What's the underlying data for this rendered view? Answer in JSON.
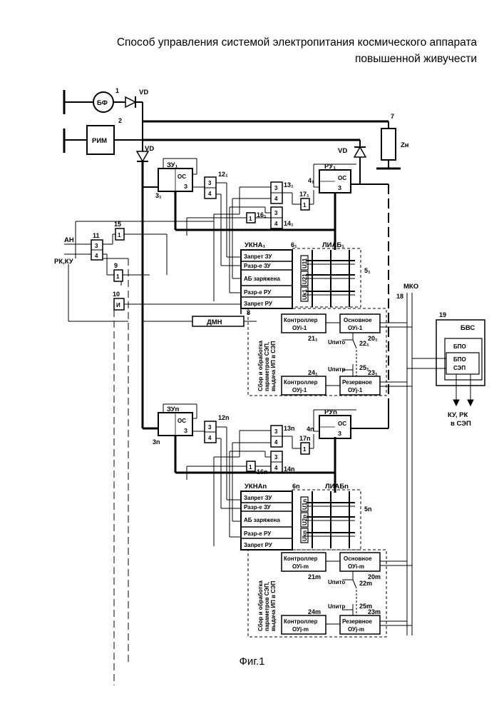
{
  "title": {
    "line1": "Способ управления системой электропитания космического аппарата",
    "line2": "повышенной живучести"
  },
  "caption": "Фиг.1",
  "labels": {
    "bf": "БФ",
    "rim": "РИМ",
    "vd": "VD",
    "zn": "Zн",
    "zu1": "ЗУ₁",
    "ru1": "РУ₁",
    "zun": "ЗУn",
    "run": "РУn",
    "os": "ОС",
    "z": "З",
    "an": "АН",
    "rk_ku": "РК,КУ",
    "ukna1": "УКНА₁",
    "uknan": "УКНАn",
    "liab1": "ЛИАБ₁",
    "liabn": "ЛИАБn",
    "zapret_zu": "Запрет ЗУ",
    "razr_zu": "Разр-е ЗУ",
    "ab_zaryazhena": "АБ заряжена",
    "razr_ru": "Разр-е РУ",
    "zapret_ru": "Запрет РУ",
    "dmn": "ДМН",
    "mko": "МКО",
    "bvs": "БВС",
    "bpo": "БПО",
    "bpo_sep_1": "БПО",
    "bpo_sep_2": "СЭП",
    "ku_rk_1": "КУ, РК",
    "ku_rk_2": "в СЭП",
    "controller": "Контроллер",
    "osnovnoe": "Основное",
    "rezervnoe": "Резервное",
    "ou_i1": "ОУi-1",
    "ou_j1": "ОУj-1",
    "ou_im": "ОУi-m",
    "ou_jm": "ОУj-m",
    "u_pito": "Uпито",
    "u_pitr": "Uпитр",
    "sbor_1": "Сбор и обработка",
    "sbor_2": "параметров СЭП,",
    "sbor_3": "выдача ИП в СЭП",
    "and_i": "И",
    "p3": "3",
    "p4": "4",
    "one": "1",
    "u11": "U11",
    "u21": "U21",
    "uk1": "Uk1",
    "u1n": "U1n",
    "u2n": "U2n",
    "ukn": "Ukn"
  },
  "numbers": {
    "n1": "1",
    "n2": "2",
    "n31": "3₁",
    "n41": "4₁",
    "n51": "5₁",
    "n61": "6₁",
    "n7": "7",
    "n8": "8",
    "n9": "9",
    "n10": "10",
    "n11": "11",
    "n121": "12₁",
    "n131": "13₁",
    "n141": "14₁",
    "n15": "15",
    "n161": "16₁",
    "n171": "17₁",
    "n18": "18",
    "n19": "19",
    "n201": "20₁",
    "n211": "21₁",
    "n221": "22₁",
    "n231": "23₁",
    "n241": "24₁",
    "n251": "25₁",
    "n3n": "3n",
    "n4n": "4n",
    "n5n": "5n",
    "n6n": "6n",
    "n12n": "12n",
    "n13n": "13n",
    "n14n": "14n",
    "n16n": "16n",
    "n17n": "17n",
    "n20m": "20m",
    "n21m": "21m",
    "n22m": "22m",
    "n23m": "23m",
    "n24m": "24m",
    "n25m": "25m"
  }
}
